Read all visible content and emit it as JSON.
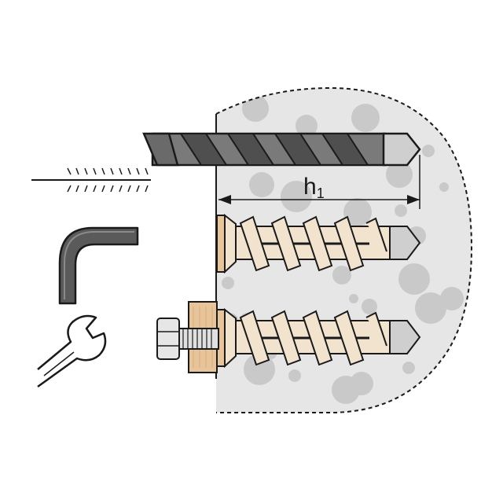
{
  "diagram": {
    "depth_label": {
      "main": "h",
      "subscript": "1"
    },
    "steps": [
      {
        "id": "drill",
        "icon": "drill-bit-icon"
      },
      {
        "id": "clean",
        "icon": "cleaning-brush-icon"
      },
      {
        "id": "insert",
        "icon": "allen-key-icon"
      },
      {
        "id": "tighten",
        "icon": "wrench-icon"
      }
    ],
    "colors": {
      "concrete": "#e6e6e6",
      "aggregate": "#c7c7c7",
      "drill_bit": "#7a7a7a",
      "anchor": "#f2e3cf",
      "washer": "#e8c49a",
      "outline": "#1a1a1a"
    }
  }
}
